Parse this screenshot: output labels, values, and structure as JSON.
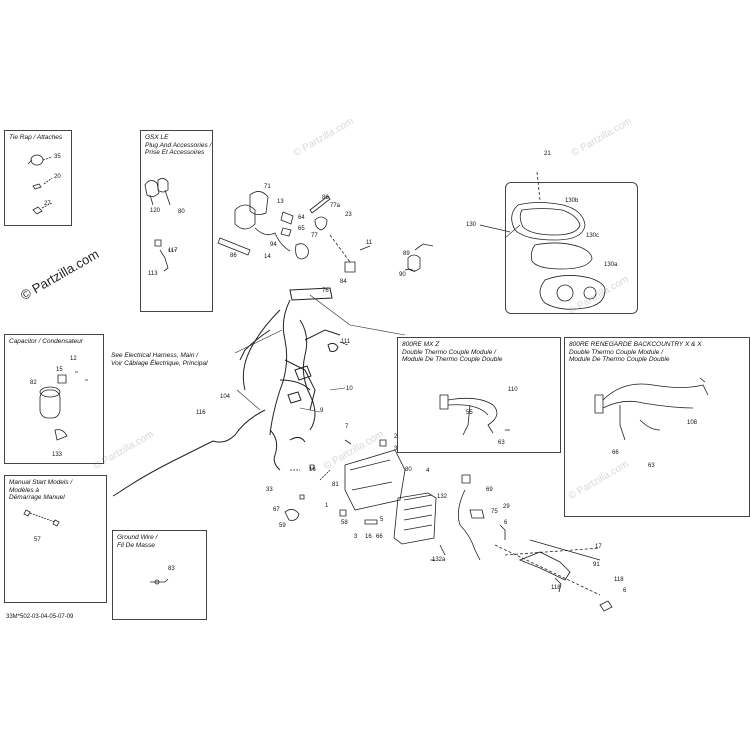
{
  "watermark": "© Partzilla.com",
  "reference_code": "33M*502-03-04-05-07-09",
  "boxes": {
    "tie_rap": "Tie Rap / Attaches",
    "gsx_le": "GSX LE\nPlug And Accessories /\nPrise Et Accessoires",
    "capacitor": "Capacitor / Condensateur",
    "manual_start": "Manual Start Models /\nModèles à\nDémarrage Manuel",
    "ground_wire": "Ground Wire /\nFil De Masse",
    "mx_z": "800RE MX Z\nDouble Thermo Couple Module /\nModule De Thermo Couple Double",
    "renegarde": "800RE RENEGARDE BACKCOUNTRY X & X\nDouble Thermo Couple Module /\nModule De Thermo Couple Double"
  },
  "callout_main_harness": "See Electrical Harness, Main /\nVoir Câblage Électrique, Principal",
  "part_labels": {
    "p35": "35",
    "p20": "20",
    "p27": "27",
    "p120": "120",
    "p80g": "80",
    "p117": "117",
    "p113": "113",
    "p71": "71",
    "p13": "13",
    "p64": "64",
    "p65": "65",
    "p86a": "86",
    "p14": "14",
    "p94": "94",
    "p86b": "86",
    "p77a": "77a",
    "p23": "23",
    "p77": "77",
    "p11": "11",
    "p84": "84",
    "p89": "89",
    "p90": "90",
    "p76": "76",
    "p111": "111",
    "p21": "21",
    "p130": "130",
    "p130b": "130b",
    "p130c": "130c",
    "p130a": "130a",
    "p12": "12",
    "p15": "15",
    "p82": "82",
    "p133": "133",
    "p104": "104",
    "p116": "116",
    "p9": "9",
    "p10": "10",
    "p110": "110",
    "p55": "55",
    "p63a": "63",
    "p108": "108",
    "p66a": "66",
    "p63b": "63",
    "p57": "57",
    "p83": "83",
    "p33": "33",
    "p67": "67",
    "p59": "59",
    "p1": "1",
    "p7": "7",
    "p2": "2",
    "p3a": "3",
    "p16a": "16",
    "p81": "81",
    "p80": "80",
    "p4": "4",
    "p132": "132",
    "p58": "58",
    "p3b": "3",
    "p16b": "16",
    "p66b": "66",
    "p69": "69",
    "p75": "75",
    "p29": "29",
    "p6a": "6",
    "p132a": "132a",
    "p17": "17",
    "p91": "91",
    "p118a": "118",
    "p118b": "118",
    "p6b": "6",
    "p5": "5"
  }
}
